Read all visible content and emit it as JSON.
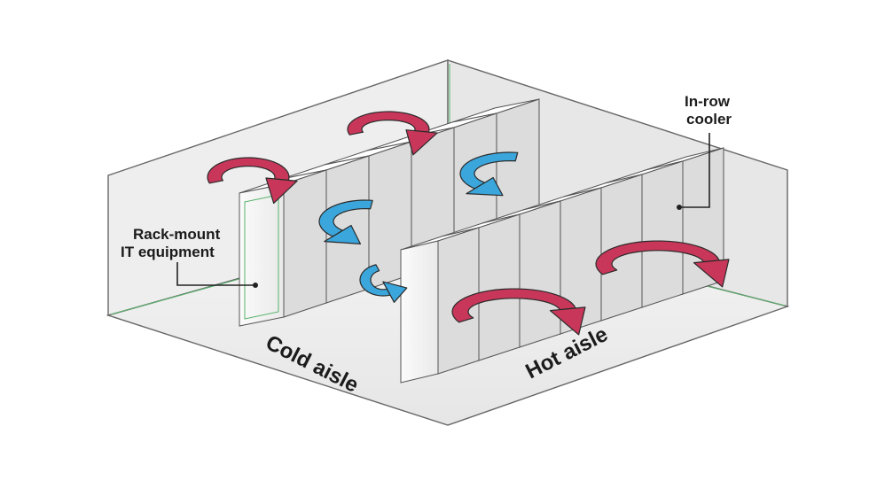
{
  "labels": {
    "rack_mount_line1": "Rack-mount",
    "rack_mount_line2": "IT equipment",
    "in_row_line1": "In-row",
    "in_row_line2": "cooler",
    "cold_aisle": "Cold aisle",
    "hot_aisle": "Hot aisle"
  },
  "colors": {
    "hot_air": "#c8375a",
    "cold_air": "#3ba6dc",
    "room_wall": "#efefef",
    "rack": "#f7f7f7",
    "rack_edge": "#555555",
    "accent_green": "#59b36c"
  },
  "icons": [
    "hot-air-flow-arrow",
    "cold-air-flow-arrow"
  ]
}
